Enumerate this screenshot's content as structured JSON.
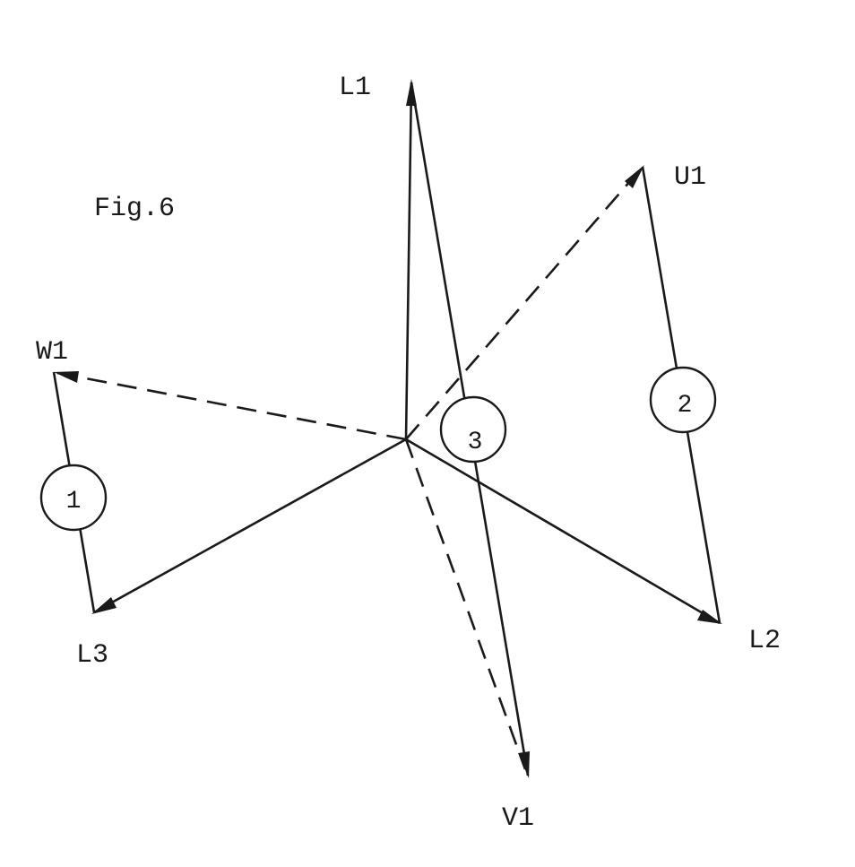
{
  "figure": {
    "caption": "Fig.6",
    "vertex_labels": {
      "l1": "L1",
      "l2": "L2",
      "l3": "L3",
      "u1": "U1",
      "v1": "V1",
      "w1": "W1"
    },
    "circle_labels": {
      "c1": "1",
      "c2": "2",
      "c3": "3"
    },
    "line_color": "#1a1a1a",
    "background_color": "#ffffff"
  }
}
